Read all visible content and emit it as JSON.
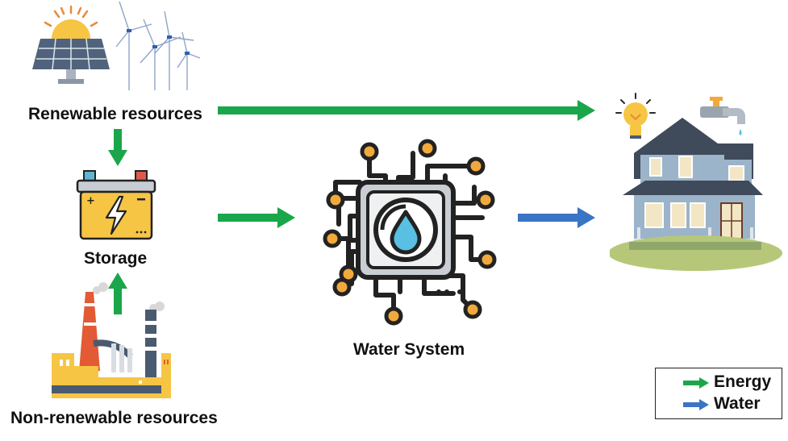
{
  "nodes": {
    "renewable": "Renewable resources",
    "storage": "Storage",
    "non_renewable": "Non-renewable resources",
    "water_system": "Water System"
  },
  "legend": {
    "energy": "Energy",
    "water": "Water"
  },
  "colors": {
    "energy": "#1aa64a",
    "water": "#3a74c4"
  }
}
